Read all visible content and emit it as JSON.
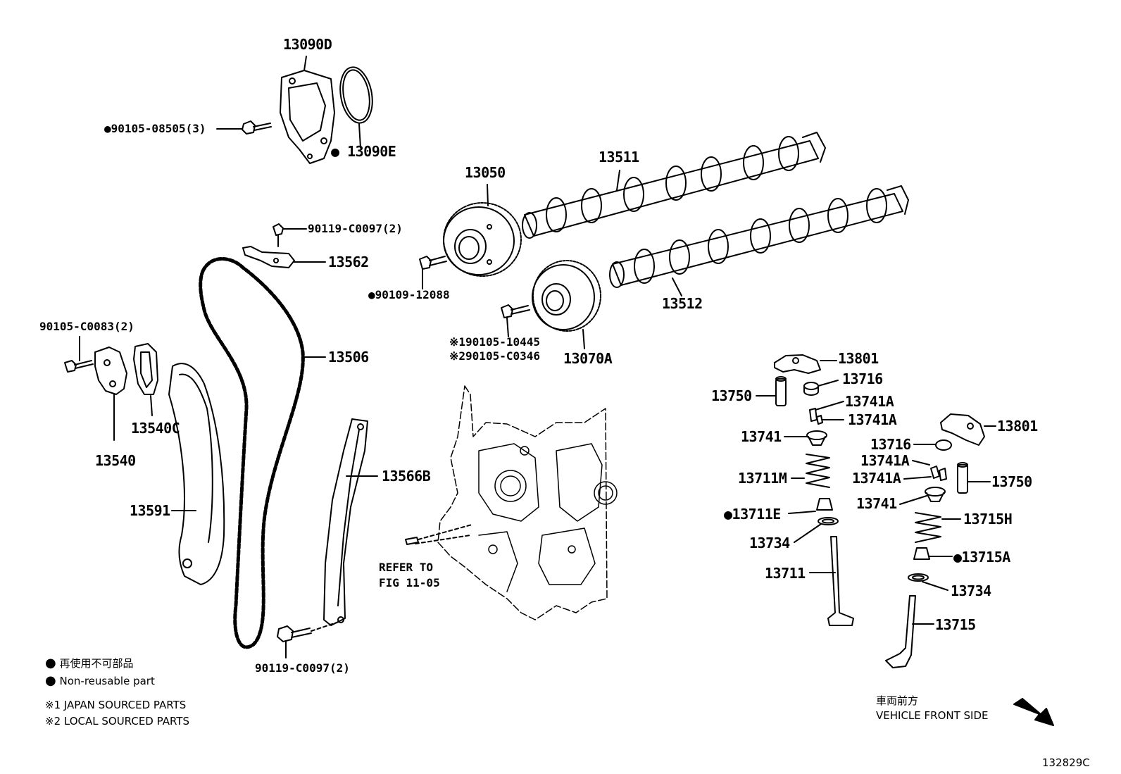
{
  "figure_code": "132829C",
  "parts": [
    {
      "id": "p13090D",
      "text": "13090D"
    },
    {
      "id": "p9010508505",
      "text": "●90105-08505(3)"
    },
    {
      "id": "p13090E",
      "text": "● 13090E"
    },
    {
      "id": "p13050",
      "text": "13050"
    },
    {
      "id": "p13511",
      "text": "13511"
    },
    {
      "id": "p90119a",
      "text": "90119-C0097(2)"
    },
    {
      "id": "p13562",
      "text": "13562"
    },
    {
      "id": "p90109",
      "text": "●90109-12088"
    },
    {
      "id": "p13512",
      "text": "13512"
    },
    {
      "id": "p90105c",
      "text": "90105-C0083(2)"
    },
    {
      "id": "p13506",
      "text": "13506"
    },
    {
      "id": "p190105",
      "text": "※190105-10445"
    },
    {
      "id": "p290105",
      "text": "※290105-C0346"
    },
    {
      "id": "p13070A",
      "text": "13070A"
    },
    {
      "id": "p13540C",
      "text": "13540C"
    },
    {
      "id": "p13540",
      "text": "13540"
    },
    {
      "id": "p13566B",
      "text": "13566B"
    },
    {
      "id": "p13591",
      "text": "13591"
    },
    {
      "id": "p13801a",
      "text": "13801"
    },
    {
      "id": "p13716a",
      "text": "13716"
    },
    {
      "id": "p13750a",
      "text": "13750"
    },
    {
      "id": "p13741A1",
      "text": "13741A"
    },
    {
      "id": "p13741A2",
      "text": "13741A"
    },
    {
      "id": "p13741a",
      "text": "13741"
    },
    {
      "id": "p13801b",
      "text": "13801"
    },
    {
      "id": "p13716b",
      "text": "13716"
    },
    {
      "id": "p13711M",
      "text": "13711M"
    },
    {
      "id": "p13741A3",
      "text": "13741A"
    },
    {
      "id": "p13741A4",
      "text": "13741A"
    },
    {
      "id": "p13750b",
      "text": "13750"
    },
    {
      "id": "p13741b",
      "text": "13741"
    },
    {
      "id": "p13711E",
      "text": "●13711E"
    },
    {
      "id": "p13715H",
      "text": "13715H"
    },
    {
      "id": "p13734a",
      "text": "13734"
    },
    {
      "id": "p13715A",
      "text": "●13715A"
    },
    {
      "id": "p13711",
      "text": "13711"
    },
    {
      "id": "p13734b",
      "text": "13734"
    },
    {
      "id": "p13715",
      "text": "13715"
    }
  ],
  "refer": {
    "line1": "REFER TO",
    "line2": "FIG 11-05"
  },
  "legend": {
    "nonreusable_jp": "再使用不可部品",
    "nonreusable_en": "Non-reusable part",
    "note1": "※1 JAPAN SOURCED PARTS",
    "note2": "※2 LOCAL SOURCED PARTS"
  },
  "direction": {
    "jp": "車両前方",
    "en": "VEHICLE FRONT SIDE"
  }
}
